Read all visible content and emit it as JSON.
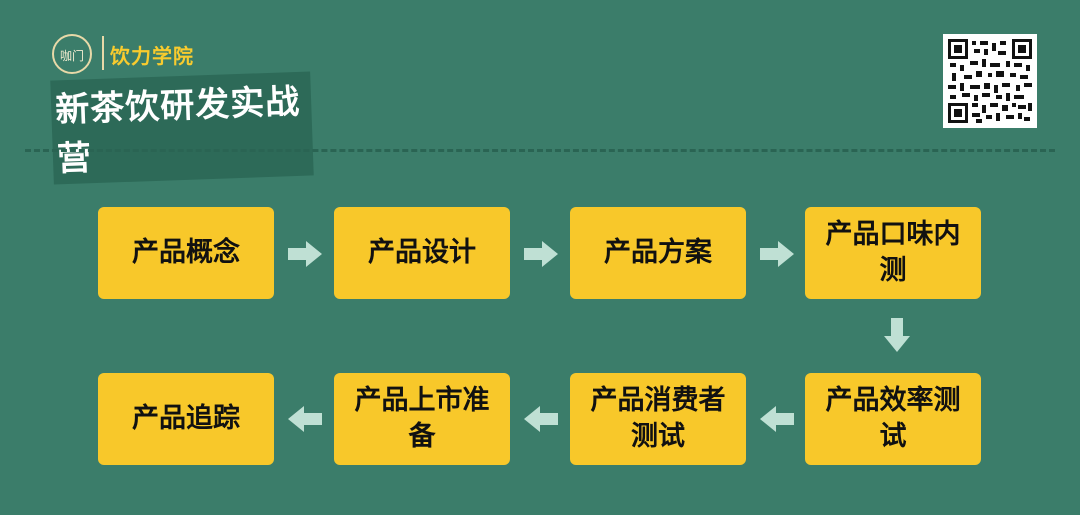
{
  "header": {
    "logo_text": "咖门",
    "school": "饮力学院",
    "title": "新茶饮研发实战营"
  },
  "qr": {
    "icon": "qr-code-icon"
  },
  "steps": [
    {
      "label": "产品概念"
    },
    {
      "label": "产品设计"
    },
    {
      "label": "产品方案"
    },
    {
      "label": "产品口味内测"
    },
    {
      "label": "产品效率测试"
    },
    {
      "label": "产品消费者测试"
    },
    {
      "label": "产品上市准备"
    },
    {
      "label": "产品追踪"
    }
  ],
  "colors": {
    "background": "#3b7d6a",
    "step_fill": "#f8c82a",
    "arrow": "#bfe0d4",
    "title_strip": "#2d6a58",
    "school_text": "#f8cb2e"
  }
}
